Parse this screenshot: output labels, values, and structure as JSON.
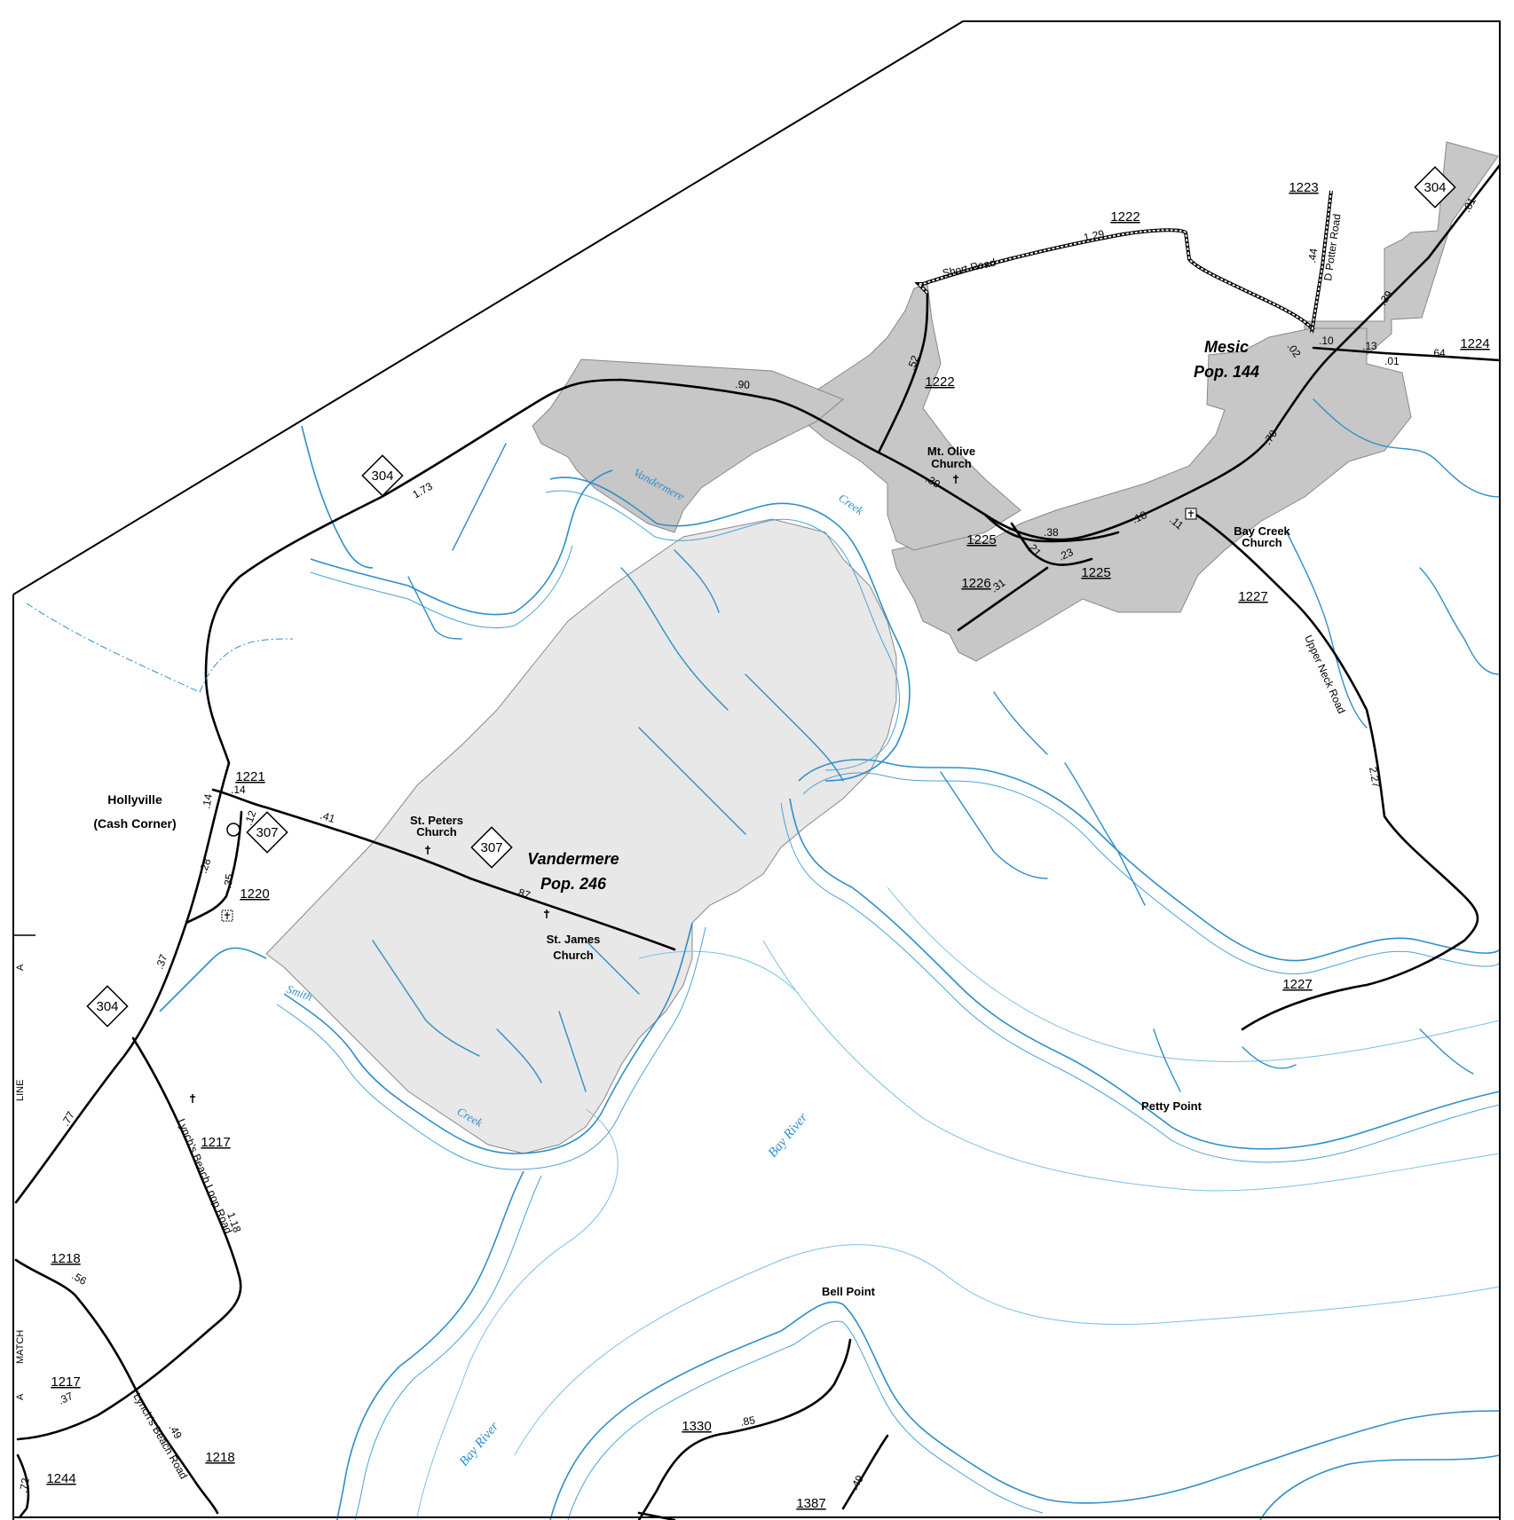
{
  "colors": {
    "water": "#2f8fc8",
    "town_primary": "#c7c7c7",
    "town_secondary": "#e8e8e8",
    "road": "#000000"
  },
  "towns": {
    "mesic_name": "Mesic",
    "mesic_pop": "Pop. 144",
    "vandermere_name": "Vandermere",
    "vandermere_pop": "Pop. 246",
    "hollyville_name": "Hollyville",
    "hollyville_alt": "(Cash Corner)"
  },
  "places": {
    "mt_olive_1": "Mt. Olive",
    "mt_olive_2": "Church",
    "bay_creek_1": "Bay Creek",
    "bay_creek_2": "Church",
    "st_peters_1": "St. Peters",
    "st_peters_2": "Church",
    "st_james_1": "St. James",
    "st_james_2": "Church",
    "petty_point": "Petty Point",
    "bell_point": "Bell Point"
  },
  "water_labels": {
    "bay_river_1": "Bay River",
    "bay_river_2": "Bay River",
    "vandermere_creek_1": "Vandermere",
    "vandermere_creek_2": "Creek",
    "smith_creek_1": "Smith",
    "smith_creek_2": "Creek"
  },
  "shields": {
    "s304_ne": "304",
    "s304_nw": "304",
    "s304_w": "304",
    "s307_junction": "307",
    "s307_center": "307"
  },
  "routes": {
    "r1222_top": "1222",
    "r1222_mid": "1222",
    "r1223": "1223",
    "r1224": "1224",
    "r1225_a": "1225",
    "r1225_b": "1225",
    "r1226": "1226",
    "r1227_a": "1227",
    "r1227_b": "1227",
    "r1221": "1221",
    "r1220": "1220",
    "r1217_a": "1217",
    "r1217_b": "1217",
    "r1218_a": "1218",
    "r1218_b": "1218",
    "r1244": "1244",
    "r1330": "1330",
    "r1387": "1387"
  },
  "road_names": {
    "short_road": "Short Road",
    "d_potter_road": "D Potter Road",
    "upper_neck_road": "Upper Neck Road",
    "lynchs_beach_loop_road": "Lynch's Beach Loop Road",
    "lynchs_beach_road": "Lynch's Beach Road"
  },
  "mileages": {
    "m81": ".81",
    "m39a": ".39",
    "m64": ".64",
    "m13": ".13",
    "m10": ".10",
    "m02": ".02",
    "m01": ".01",
    "m44": ".44",
    "m129": "1.29",
    "m52": ".52",
    "m90": ".90",
    "m70": ".70",
    "m39b": ".39",
    "m38": ".38",
    "m21": ".21",
    "m23": ".23",
    "m31": ".31",
    "m18": ".18",
    "m11": ".11",
    "m173": "1.73",
    "m14a": ".14",
    "m14b": ".14",
    "m12": ".12",
    "m41": ".41",
    "m87": ".87",
    "m28": ".28",
    "m35": ".35",
    "m37a": ".37",
    "m77": ".77",
    "m118": "1.18",
    "m227": "2.27",
    "m56": ".56",
    "m37b": ".37",
    "m49a": ".49",
    "m72": ".72",
    "m85": ".85",
    "m49b": ".49"
  },
  "boundary_labels": {
    "line": "LINE",
    "match": "MATCH",
    "a_top": "A",
    "a_bottom": "A"
  }
}
